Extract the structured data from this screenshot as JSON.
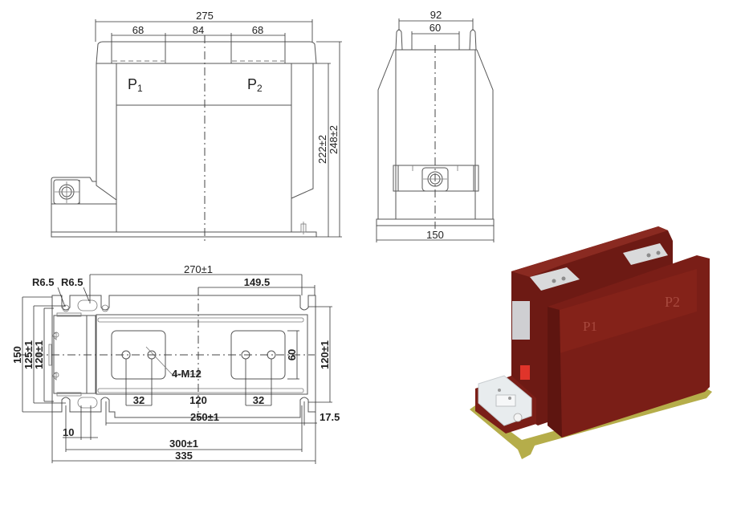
{
  "front_view": {
    "dims": {
      "overall_width": "275",
      "left_terminal": "68",
      "center_gap": "84",
      "right_terminal": "68",
      "height_inner": "222±2",
      "height_overall": "248±2"
    },
    "labels": {
      "p1_main": "P",
      "p1_sub": "1",
      "p2_main": "P",
      "p2_sub": "2"
    }
  },
  "side_view": {
    "dims": {
      "top_outer": "92",
      "top_inner": "60",
      "base_width": "150"
    }
  },
  "bottom_view": {
    "dims": {
      "radius_left": "R6.5",
      "radius_right": "R6.5",
      "length_270": "270±1",
      "half_length": "149.5",
      "width_150": "150",
      "width_125": "125±1",
      "width_120_left": "120±1",
      "width_120_right": "120±1",
      "bolt_spacing_v": "60",
      "thread_callout": "4-M12",
      "bolt_spacing_left": "32",
      "bolt_center": "120",
      "bolt_spacing_right": "32",
      "mount_250": "250±1",
      "offset_17_5": "17.5",
      "slot_10": "10",
      "mount_300": "300±1",
      "overall_335": "335"
    }
  },
  "photo": {
    "labels": {
      "p1": "P1",
      "p2": "P2"
    },
    "colors": {
      "body": "#7a1e17",
      "body_dark": "#5e1510",
      "body_light": "#8f2a20",
      "terminal": "#d9dadb",
      "base": "#b5ad4a",
      "box": "#e8ecee",
      "sticker": "#e0342a"
    }
  }
}
